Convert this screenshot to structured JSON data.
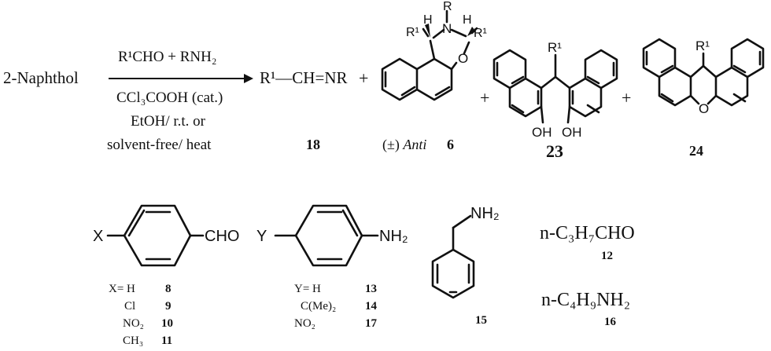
{
  "reaction": {
    "reactant": "2-Naphthol",
    "reagents_top": "R¹CHO + RNH₂",
    "conditions": [
      "CCl₃COOH (cat.)",
      "EtOH/ r.t. or",
      "solvent-free/ heat"
    ],
    "imine": "R¹—CH=NR",
    "plus": "+",
    "imine_num": "18",
    "oxazine_label_prefix": "(±) ",
    "oxazine_label_italic": "Anti",
    "oxazine_num": "6",
    "bisnaphthol_num": "23",
    "xanthene_num": "24"
  },
  "atoms": {
    "R": "R",
    "H": "H",
    "N": "N",
    "O": "O",
    "R1": "R¹",
    "OH": "OH"
  },
  "aldehydes": {
    "substituent": "X",
    "group": "CHO",
    "rows": [
      {
        "label": "X= H",
        "num": "8"
      },
      {
        "label": "Cl",
        "num": "9"
      },
      {
        "label": "NO₂",
        "num": "10"
      },
      {
        "label": "CH₃",
        "num": "11"
      }
    ]
  },
  "anilines": {
    "substituent": "Y",
    "group": "NH₂",
    "rows": [
      {
        "label": "Y= H",
        "num": "13"
      },
      {
        "label": "C(Me)₂",
        "num": "14"
      },
      {
        "label": "NO₂",
        "num": "17"
      }
    ]
  },
  "benzylamine": {
    "group": "NH₂",
    "num": "15"
  },
  "butanal": {
    "formula": "n-C₃H₇CHO",
    "num": "12"
  },
  "butylamine": {
    "formula": "n-C₄H₉NH₂",
    "num": "16"
  }
}
